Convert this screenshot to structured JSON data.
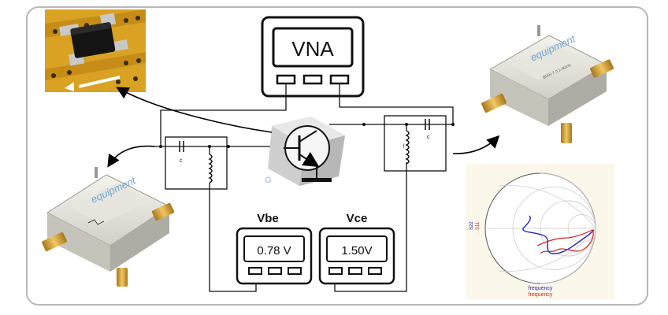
{
  "vna": {
    "label": "VNA"
  },
  "meters": {
    "vbe": {
      "title": "Vbe",
      "reading": "0.78 V"
    },
    "vce": {
      "title": "Vce",
      "reading": "1.50V"
    }
  },
  "fixtures": {
    "brand": "equipment",
    "subtitle": "BIAS-T 0.1-6GHz"
  },
  "smith_chart": {
    "legend": [
      "frequency",
      "frequency"
    ],
    "axis_labels": [
      "S22",
      "S11"
    ],
    "trace_colors": [
      "#2424c8",
      "#d02020"
    ]
  },
  "colors": {
    "frame": "#b9b9b9",
    "pcb": "#d9a21a",
    "wire": "#111111",
    "housing": "#d6d6cf",
    "connector": "#d8a441"
  },
  "icons": [
    "arrow-icon",
    "transistor-icon",
    "capacitor-icon",
    "inductor-icon",
    "ground-icon",
    "sma-connector-icon"
  ]
}
